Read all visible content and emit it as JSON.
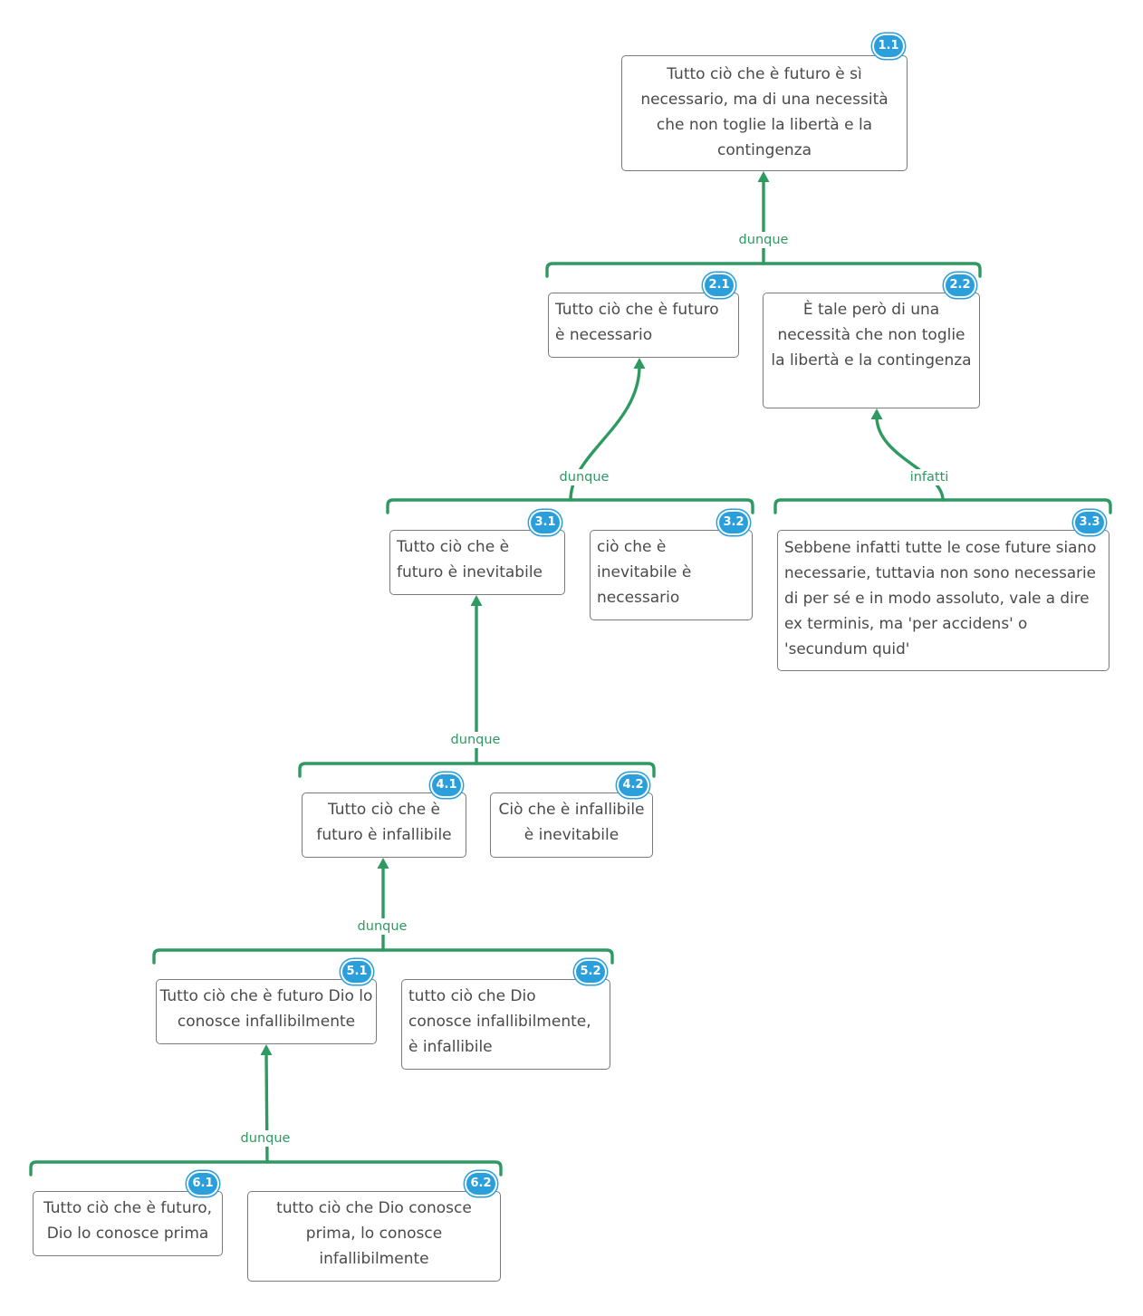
{
  "accent_color": "#2e9a62",
  "badge_color": "#2a9fdc",
  "nodes": {
    "n1_1": {
      "badge": "1.1",
      "text": "Tutto ciò che è futuro è sì necessario, ma di una necessità che non toglie la libertà e la contingenza"
    },
    "n2_1": {
      "badge": "2.1",
      "text": "Tutto ciò che è futuro è necessario"
    },
    "n2_2": {
      "badge": "2.2",
      "text": "È tale però di una necessità che non toglie la libertà e la contingenza"
    },
    "n3_1": {
      "badge": "3.1",
      "text": "Tutto ciò che è futuro è inevitabile"
    },
    "n3_2": {
      "badge": "3.2",
      "text": "ciò che è inevitabile è necessario"
    },
    "n3_3": {
      "badge": "3.3",
      "text": "Sebbene infatti tutte le cose future siano necessarie, tuttavia non sono necessarie di per sé e in modo assoluto, vale a dire ex terminis, ma 'per accidens' o 'secundum quid'"
    },
    "n4_1": {
      "badge": "4.1",
      "text": "Tutto ciò che è futuro è infallibile"
    },
    "n4_2": {
      "badge": "4.2",
      "text": "Ciò che è infallibile è inevitabile"
    },
    "n5_1": {
      "badge": "5.1",
      "text": "Tutto ciò che è futuro Dio lo conosce infallibilmente"
    },
    "n5_2": {
      "badge": "5.2",
      "text": "tutto ciò che Dio conosce infallibilmente, è infallibile"
    },
    "n6_1": {
      "badge": "6.1",
      "text": "Tutto ciò che è futuro, Dio lo conosce prima"
    },
    "n6_2": {
      "badge": "6.2",
      "text": "tutto ciò che Dio conosce prima, lo conosce infallibilmente"
    }
  },
  "inferences": {
    "l1": "dunque",
    "l2": "dunque",
    "l3": "infatti",
    "l4": "dunque",
    "l5": "dunque",
    "l6": "dunque"
  }
}
